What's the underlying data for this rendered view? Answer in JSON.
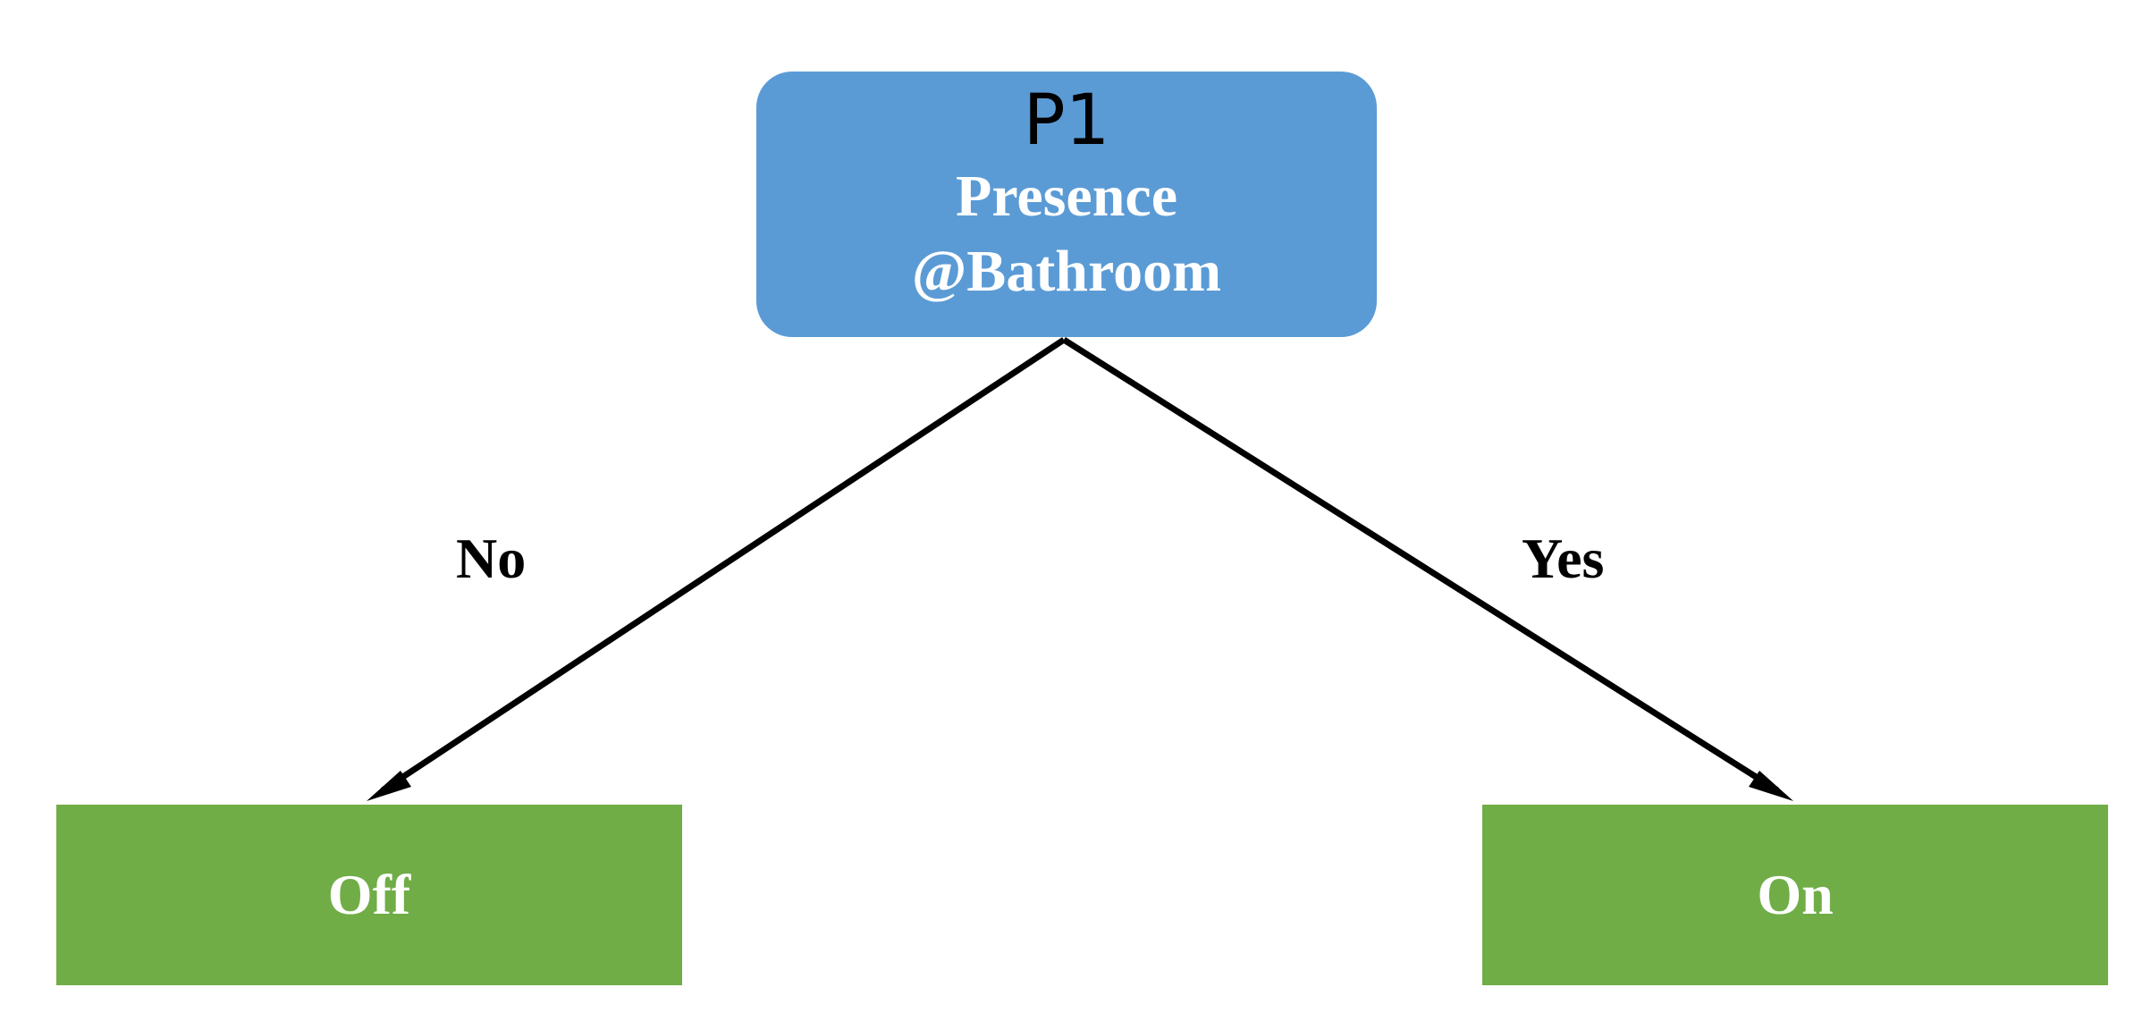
{
  "colors": {
    "root_fill": "#5b9bd5",
    "leaf_fill": "#70ad47",
    "edge_color": "#000000"
  },
  "root": {
    "id": "P1",
    "label_line1": "Presence",
    "label_line2": "@Bathroom"
  },
  "edges": {
    "left_label": "No",
    "right_label": "Yes"
  },
  "leaves": {
    "left": "Off",
    "right": "On"
  }
}
